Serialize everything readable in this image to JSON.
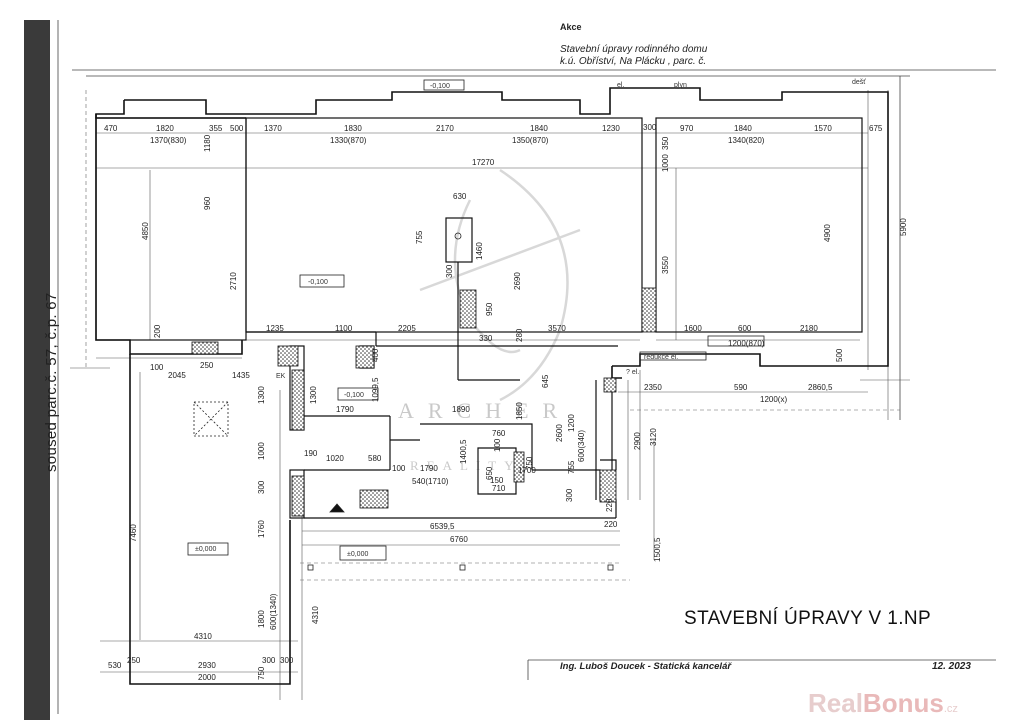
{
  "header": {
    "akce": "Akce",
    "line1": "Stavební úpravy rodinného domu",
    "line2": "k.ú. Obříství, Na Plácku    , parc. č."
  },
  "side_note": "soused parc.č. 57, č.p. 67",
  "sheet_title": "STAVEBNÍ ÚPRAVY V 1.NP",
  "author": "Ing. Luboš Doucek - Statická kancelář",
  "date": "12. 2023",
  "watermark": {
    "line1": "ARCHER",
    "line2": "REALITY"
  },
  "brand": {
    "part1": "Real",
    "part2": "Bonus",
    "suffix": ".cz"
  },
  "labels": {
    "level_top": "-0,100",
    "level_main": "-0,100",
    "level_hall": "-0,100",
    "level_left": "±0,000",
    "level_terrace": "±0,000",
    "el": "el.",
    "plyn": "plyn",
    "dest": "dešť",
    "redukce": "redukce el.",
    "ek": "EK",
    "pel": "? el."
  },
  "dimensions": {
    "d470": "470",
    "d1820": "1820",
    "d355": "355",
    "d500": "500",
    "d1370": "1370",
    "d1830": "1830",
    "d2170": "2170",
    "d1840a": "1840",
    "d1230": "1230",
    "d300a": "300",
    "d970": "970",
    "d1840b": "1840",
    "d1570": "1570",
    "d675": "675",
    "d1370_830": "1370(830)",
    "d1330_870": "1330(870)",
    "d1350_870": "1350(870)",
    "d1340_820": "1340(820)",
    "d1180": "1180",
    "d350": "350",
    "d1000a": "1000",
    "d17270": "17270",
    "d960": "960",
    "d4850": "4850",
    "d2710": "2710",
    "d200a": "200",
    "d630": "630",
    "d755": "755",
    "d1460": "1460",
    "d2690": "2690",
    "d300b": "300",
    "d950": "950",
    "d330": "330",
    "d280": "280",
    "d3570": "3570",
    "d3550": "3550",
    "d4900": "4900",
    "d5900": "5900",
    "d1235": "1235",
    "d1100": "1100",
    "d2205": "2205",
    "d1600": "1600",
    "d600a": "600",
    "d2180": "2180",
    "d1200_870": "1200(870)",
    "d500b": "500",
    "d100a": "100",
    "d2045": "2045",
    "d250a": "250",
    "d1435": "1435",
    "d400": "400",
    "d1099_5": "1099,5",
    "d1300a": "1300",
    "d1300b": "1300",
    "d1790a": "1790",
    "d1890": "1890",
    "d645": "645",
    "d2350": "2350",
    "d590": "590",
    "d2860_5": "2860,5",
    "d1200x": "1200(x)",
    "d1850": "1850",
    "d2600": "2600",
    "d1200b": "1200",
    "d600_340": "600(340)",
    "d2900": "2900",
    "d3120": "3120",
    "d760": "760",
    "d100b": "100",
    "d1400_5": "1400,5",
    "d190": "190",
    "d1020": "1020",
    "d580": "580",
    "d100c": "100",
    "d1790b": "1790",
    "d540_1710": "540(1710)",
    "d650": "650",
    "d750a": "750",
    "d150": "150",
    "d1700": "1700",
    "d755b": "755",
    "d710": "710",
    "d300c": "300",
    "d1000b": "1000",
    "d300d": "300",
    "d220a": "220",
    "d6539_5": "6539,5",
    "d220b": "220",
    "d6760": "6760",
    "d1500_5": "1500,5",
    "d7460": "7460",
    "d1760": "1760",
    "d1800": "1800",
    "d600_1340": "600(1340)",
    "d4310a": "4310",
    "d4310b": "4310",
    "d530": "530",
    "d250b": "250",
    "d2930": "2930",
    "d300e": "300",
    "d300f": "300",
    "d2000": "2000",
    "d750b": "750"
  }
}
